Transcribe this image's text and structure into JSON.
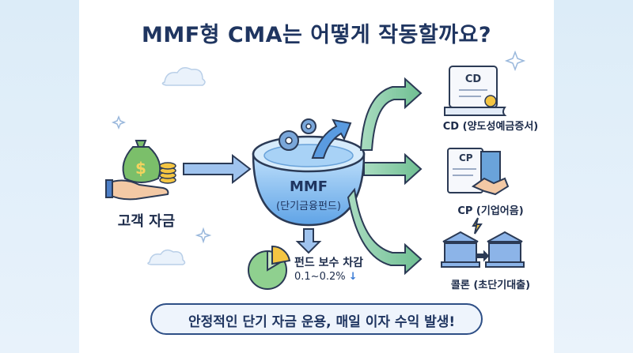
{
  "title": "MMF형 CMA는 어떻게 작동할까요?",
  "source": {
    "label": "고객 자금",
    "icon": "money-bag-on-hand-icon"
  },
  "hub": {
    "name": "MMF",
    "subtitle": "(단기금융펀드)",
    "icon": "bowl-with-gears-icon"
  },
  "fee": {
    "label": "펀드 보수 차감",
    "value": "0.1~0.2%",
    "trend": "↓",
    "icon": "pie-chart-icon"
  },
  "destinations": [
    {
      "label": "CD (양도성예금증서)",
      "icon": "certificate-scroll-icon"
    },
    {
      "label": "CP (기업어음)",
      "icon": "handshake-document-icon"
    },
    {
      "label": "콜론 (초단기대출)",
      "icon": "bank-transfer-icon"
    }
  ],
  "footer": {
    "text": "안정적인 단기 자금 운용, 매일 이자 수익 발생!",
    "icon": "thumbs-up-icon"
  },
  "colors": {
    "title": "#1f3560",
    "arrow_blue": "#8cb4e8",
    "arrow_green": "#7fc29b",
    "accent": "#3a7bd5"
  }
}
